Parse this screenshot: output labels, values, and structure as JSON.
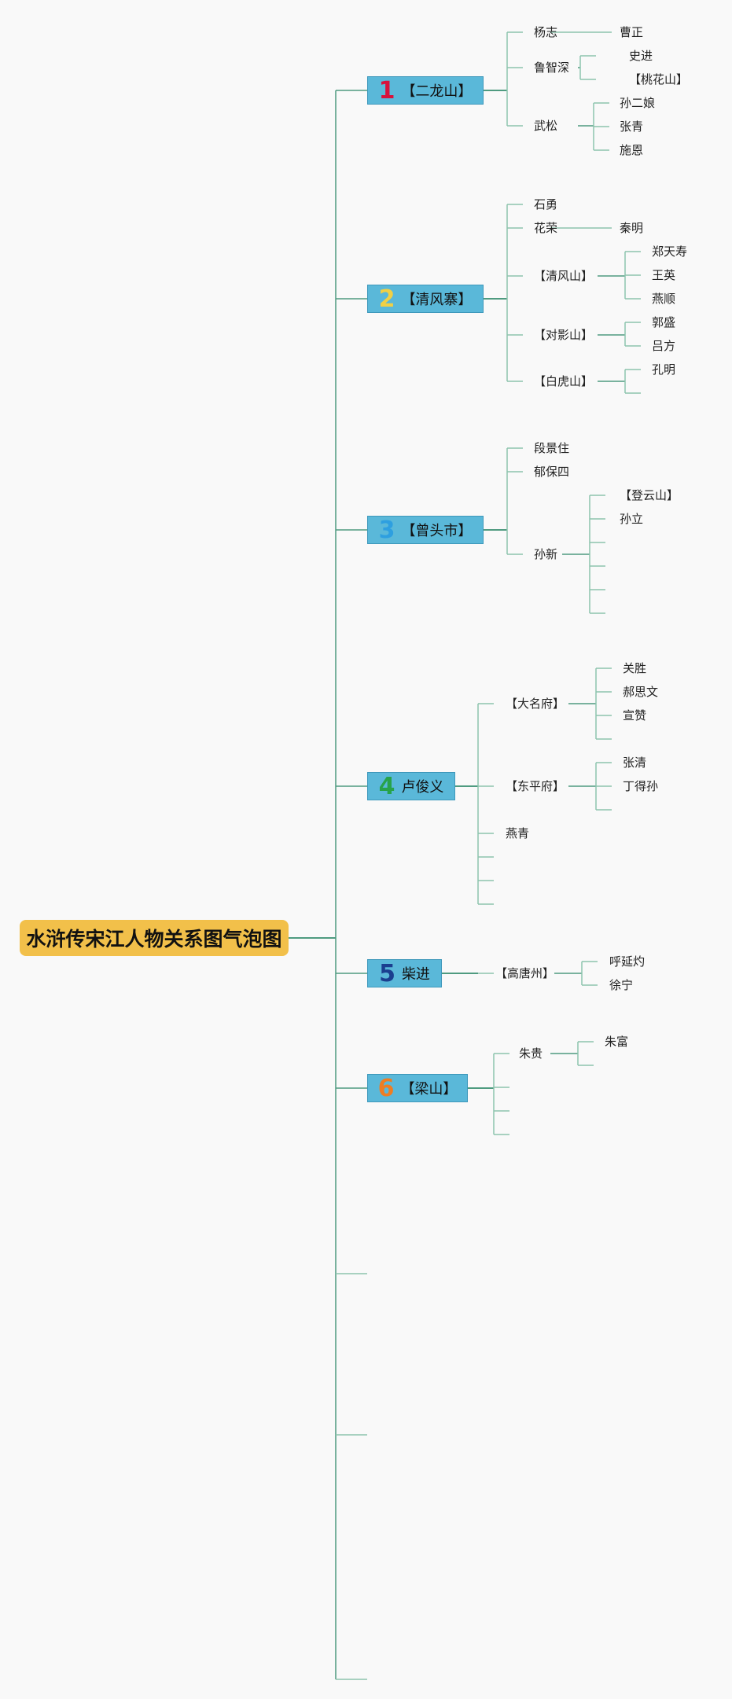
{
  "root": {
    "label": "水浒传宋江人物关系图气泡图"
  },
  "branches": [
    {
      "num": "1",
      "num_color": "#d8123c",
      "label": "【二龙山】",
      "children": [
        {
          "label": "杨志",
          "children": [
            "曹正"
          ]
        },
        {
          "label": "鲁智深",
          "children": [
            "史进",
            "【桃花山】"
          ]
        },
        {
          "label": "武松",
          "children": [
            "孙二娘",
            "张青",
            "施恩"
          ]
        }
      ]
    },
    {
      "num": "2",
      "num_color": "#f1d044",
      "label": "【清风寨】",
      "children": [
        {
          "label": "石勇",
          "children": []
        },
        {
          "label": "花荣",
          "children": [
            "秦明"
          ]
        },
        {
          "label": "【清风山】",
          "children": [
            "郑天寿",
            "王英",
            "燕顺"
          ]
        },
        {
          "label": "【对影山】",
          "children": [
            "郭盛",
            "吕方"
          ]
        },
        {
          "label": "【白虎山】",
          "children": [
            "孔明",
            ""
          ]
        }
      ]
    },
    {
      "num": "3",
      "num_color": "#2e9fe0",
      "label": "【曾头市】",
      "children": [
        {
          "label": "段景住",
          "children": []
        },
        {
          "label": "郁保四",
          "children": []
        },
        {
          "label": "孙新",
          "children": [
            "【登云山】",
            "孙立",
            "",
            "",
            "",
            ""
          ]
        }
      ]
    },
    {
      "num": "4",
      "num_color": "#27a34a",
      "label": "卢俊义",
      "children": [
        {
          "label": "【大名府】",
          "children": [
            "关胜",
            "郝思文",
            "宣赞",
            ""
          ]
        },
        {
          "label": "【东平府】",
          "children": [
            "张清",
            "丁得孙",
            ""
          ]
        },
        {
          "label": "燕青",
          "children": []
        },
        {
          "label": "",
          "children": []
        },
        {
          "label": "",
          "children": []
        },
        {
          "label": "",
          "children": []
        }
      ]
    },
    {
      "num": "5",
      "num_color": "#1b3f8f",
      "label": "柴进",
      "children": [
        {
          "label": "【高唐州】",
          "children": [
            "呼延灼",
            "徐宁"
          ]
        }
      ]
    },
    {
      "num": "6",
      "num_color": "#ef7d22",
      "label": "【梁山】",
      "children": [
        {
          "label": "朱贵",
          "children": [
            "朱富",
            ""
          ]
        },
        {
          "label": "",
          "children": []
        },
        {
          "label": "",
          "children": []
        },
        {
          "label": "",
          "children": []
        }
      ]
    }
  ],
  "colors": {
    "line": "#4f9b80",
    "line_light": "#8dc4ae",
    "root_bg": "#f2c04a",
    "branch_bg": "#5ab8d9"
  }
}
